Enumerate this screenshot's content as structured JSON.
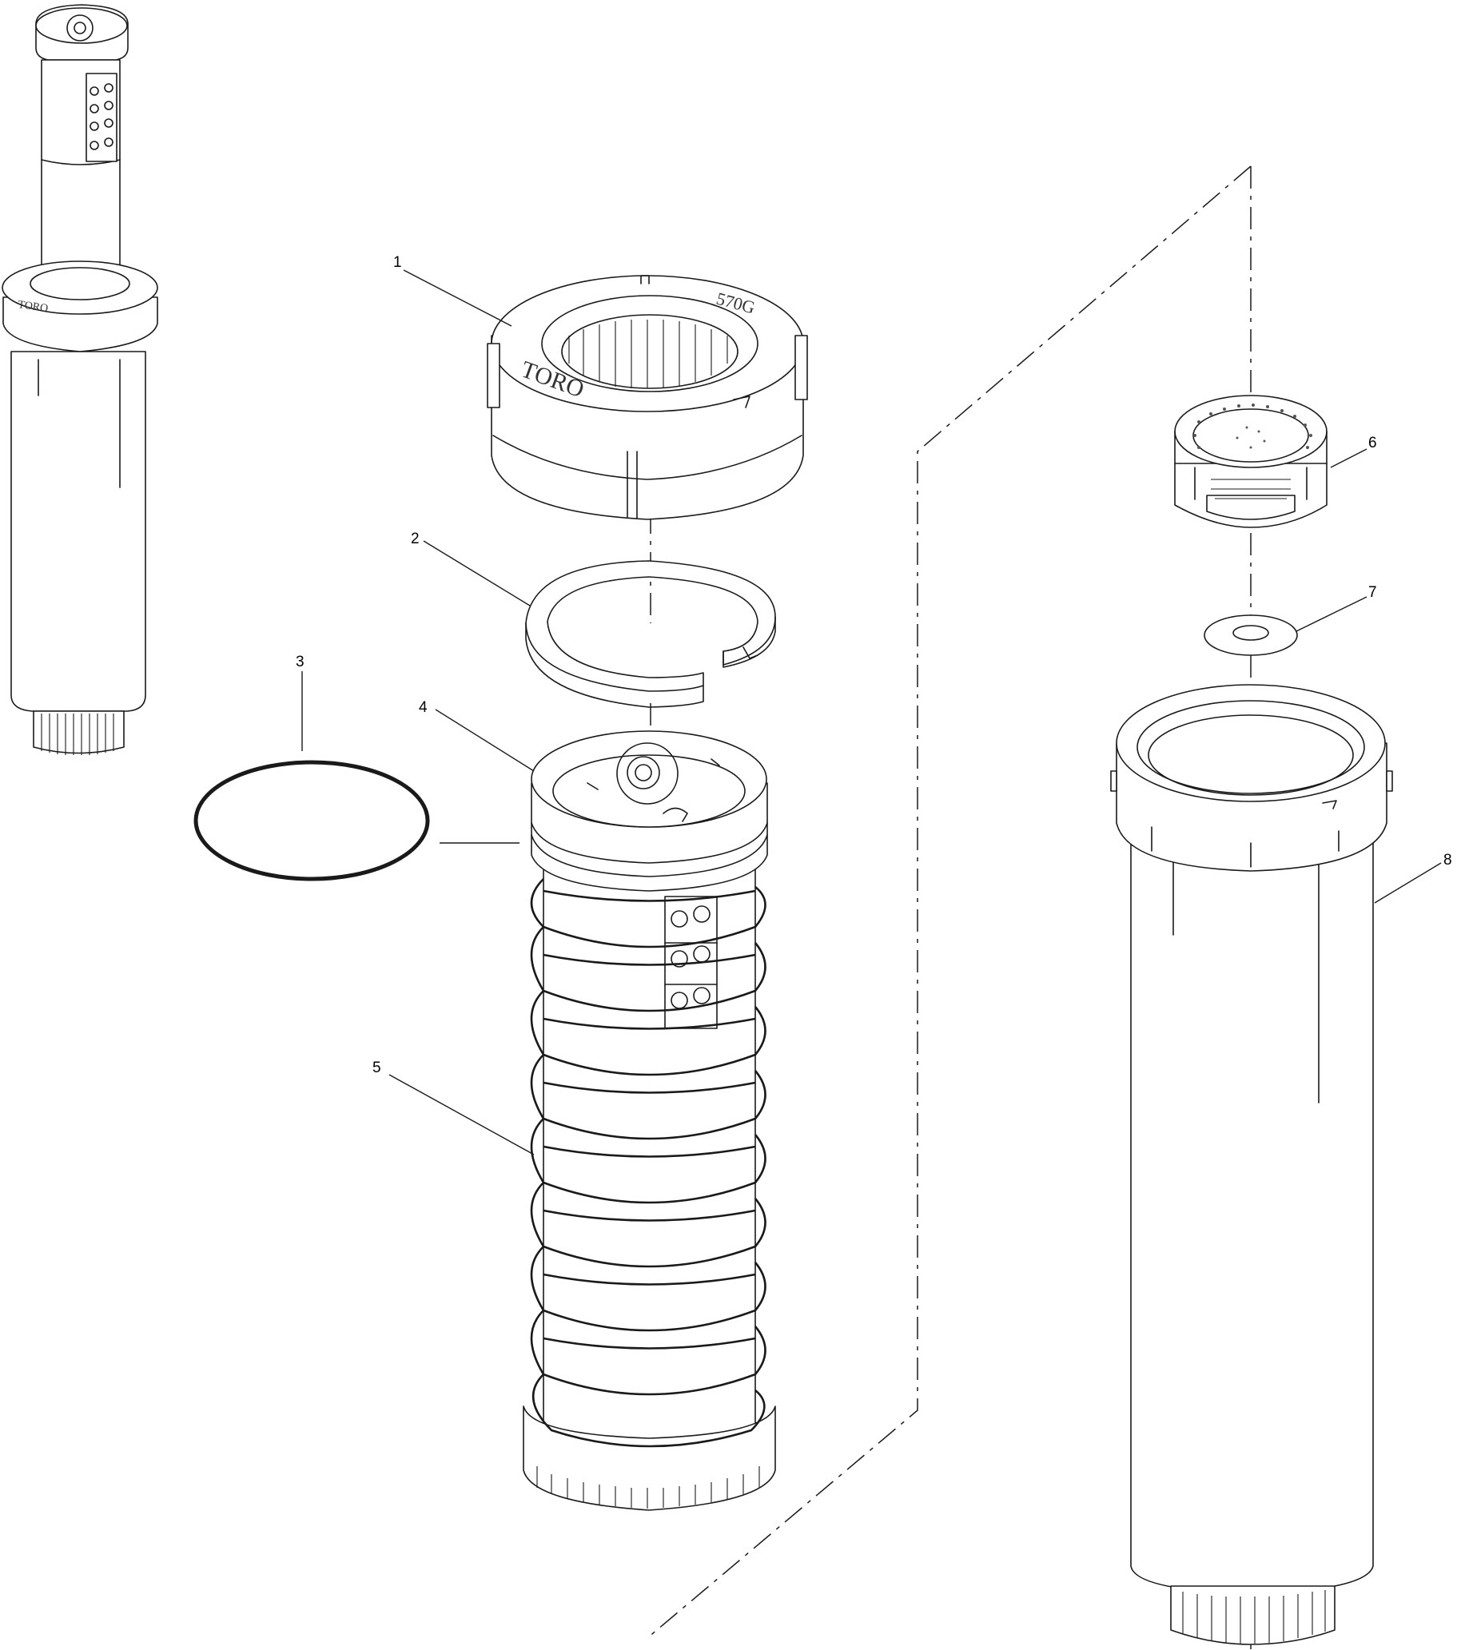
{
  "diagram": {
    "callouts": [
      {
        "id": "1",
        "label": "1"
      },
      {
        "id": "2",
        "label": "2"
      },
      {
        "id": "3",
        "label": "3"
      },
      {
        "id": "4",
        "label": "4"
      },
      {
        "id": "5",
        "label": "5"
      },
      {
        "id": "6",
        "label": "6"
      },
      {
        "id": "7",
        "label": "7"
      },
      {
        "id": "8",
        "label": "8"
      }
    ],
    "cap_brand": "TORO",
    "cap_brand_small": "TORO",
    "cap_model": "570G"
  }
}
